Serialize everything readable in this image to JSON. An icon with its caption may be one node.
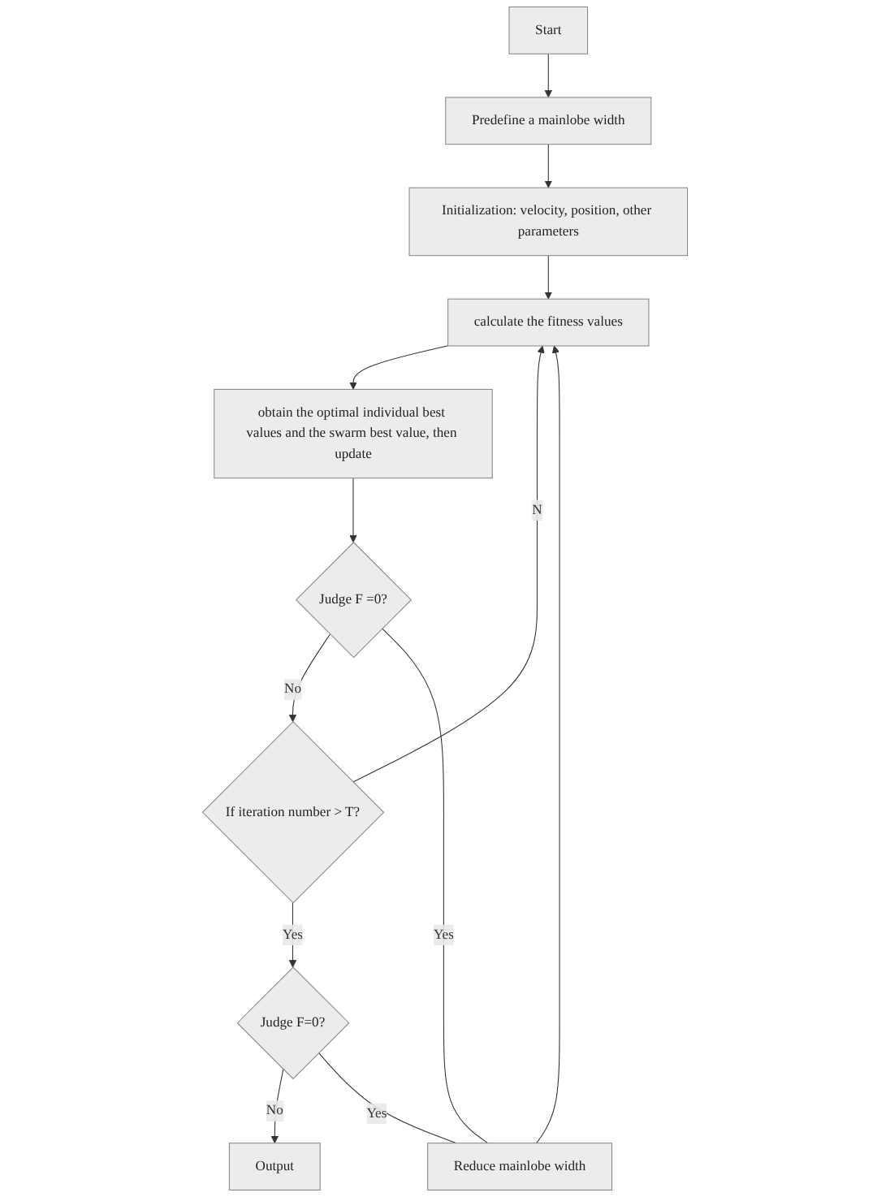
{
  "diagram": {
    "nodes": [
      {
        "text": [
          "Start"
        ]
      },
      {
        "text": [
          "Predefine a mainlobe width"
        ]
      },
      {
        "text": [
          "Initialization: velocity, position, other parameters"
        ]
      },
      {
        "text": [
          "calculate the fitness values"
        ]
      },
      {
        "text": [
          "obtain the optimal individual best values and the swarm best value, then update"
        ]
      },
      {
        "text": [
          "Reduce mainlobe width"
        ]
      },
      {
        "text": [
          "Judge F =0?"
        ]
      },
      {
        "text": [
          "If iteration number > T?"
        ]
      },
      {
        "text": [
          "Judge F=0?"
        ]
      },
      {
        "text": [
          "Output"
        ]
      }
    ],
    "edges": [
      {
        "from": 0,
        "to": 1,
        "arrow": "to"
      },
      {
        "from": 1,
        "to": 2,
        "arrow": "to"
      },
      {
        "from": 2,
        "to": 3,
        "arrow": "to"
      },
      {
        "from": 3,
        "to": 4,
        "arrow": "to"
      },
      {
        "from": 4,
        "to": 6,
        "arrow": "to"
      },
      {
        "from": 6,
        "to": 7,
        "label": "No",
        "arrow": "to"
      },
      {
        "from": 7,
        "to": 3,
        "label": "N",
        "arrow": "to"
      },
      {
        "from": 7,
        "to": 8,
        "label": "Yes",
        "arrow": "to"
      },
      {
        "from": 8,
        "to": 9,
        "label": "No",
        "arrow": "to"
      },
      {
        "from": 6,
        "to": 5,
        "label": "Yes",
        "arrow": "none"
      },
      {
        "from": 8,
        "to": 5,
        "label": "Yes",
        "arrow": "none"
      },
      {
        "from": 5,
        "to": 3,
        "arrow": "to"
      }
    ]
  }
}
